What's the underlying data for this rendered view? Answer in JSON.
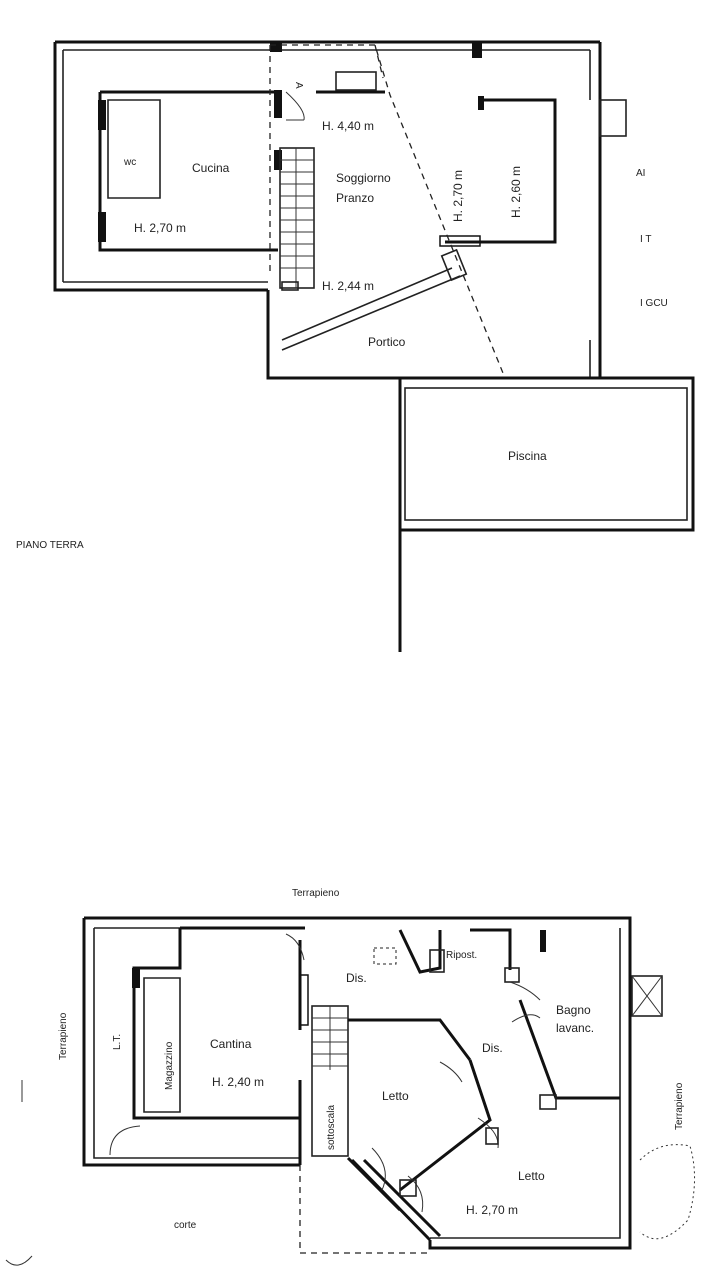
{
  "ground_floor": {
    "title": "PIANO TERRA",
    "rooms": {
      "wc": "wc",
      "cucina": "Cucina",
      "soggiorno": "Soggiorno",
      "pranzo": "Pranzo",
      "portico": "Portico",
      "piscina": "Piscina"
    },
    "heights": {
      "h440": "H. 4,40 m",
      "h270_cucina": "H. 2,70 m",
      "h244": "H. 2,44 m",
      "h270_vertical": "H. 2,70 m",
      "h260_vertical": "H. 2,60 m"
    },
    "stair_arrow": "A",
    "margin_marks": [
      "AI",
      "I T",
      "I GCU"
    ]
  },
  "basement": {
    "terrapieno_top": "Terrapieno",
    "terrapieno_left": "Terrapieno",
    "terrapieno_right": "Terrapieno",
    "rooms": {
      "lt": "L.T.",
      "magazzino": "Magazzino",
      "cantina": "Cantina",
      "dis_top": "Dis.",
      "ripost": "Ripost.",
      "bagno": "Bagno",
      "lavanc": "lavanc.",
      "dis_center": "Dis.",
      "letto_left": "Letto",
      "letto_right": "Letto",
      "sottoscala": "sottoscala"
    },
    "heights": {
      "h240": "H. 2,40 m",
      "h270": "H. 2,70 m"
    },
    "bottom_mark": "corte"
  }
}
